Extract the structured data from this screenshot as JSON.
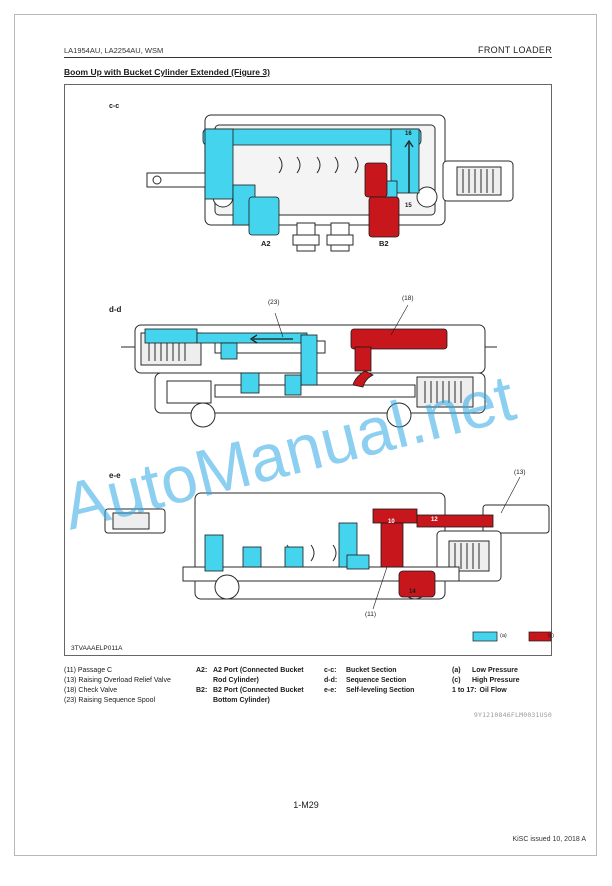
{
  "header": {
    "models": "LA1954AU, LA2254AU, WSM",
    "section": "FRONT LOADER"
  },
  "title": "Boom Up with Bucket Cylinder Extended (Figure 3)",
  "figure": {
    "sections": {
      "cc": "c-c",
      "dd": "d-d",
      "ee": "e-e"
    },
    "ports": {
      "a2": "A2",
      "b2": "B2"
    },
    "callouts": {
      "c23": "(23)",
      "c18": "(18)",
      "c13": "(13)",
      "c11": "(11)"
    },
    "flow": {
      "f16": "16",
      "f15": "15",
      "f10": "10",
      "f12": "12",
      "f14": "14"
    },
    "code": "3TVAAAELP011A",
    "key_low": "(a)",
    "key_high": "(c)",
    "colors": {
      "low": "#45d4ee",
      "high": "#c8161d"
    }
  },
  "legend": {
    "col1": [
      "(11) Passage C",
      "(13) Raising Overload Relief Valve",
      "(18) Check Valve",
      "(23) Raising Sequence Spool"
    ],
    "col2": [
      {
        "k": "A2:",
        "v": "A2 Port (Connected Bucket"
      },
      {
        "k": "",
        "v": "Rod Cylinder)"
      },
      {
        "k": "B2:",
        "v": "B2 Port (Connected Bucket"
      },
      {
        "k": "",
        "v": "Bottom Cylinder)"
      }
    ],
    "col3": [
      {
        "k": "c-c:",
        "v": "Bucket Section"
      },
      {
        "k": "d-d:",
        "v": "Sequence Section"
      },
      {
        "k": "e-e:",
        "v": "Self-leveling Section"
      }
    ],
    "col4": [
      {
        "k": "(a)",
        "v": "Low Pressure"
      },
      {
        "k": "(c)",
        "v": "High Pressure"
      },
      {
        "k": "1 to 17:",
        "v": "Oil Flow"
      }
    ]
  },
  "doc_id": "9Y1210846FLM0031US0",
  "page_number": "1-M29",
  "issued": "KiSC issued 10, 2018 A",
  "watermark": "AutoManual.net"
}
